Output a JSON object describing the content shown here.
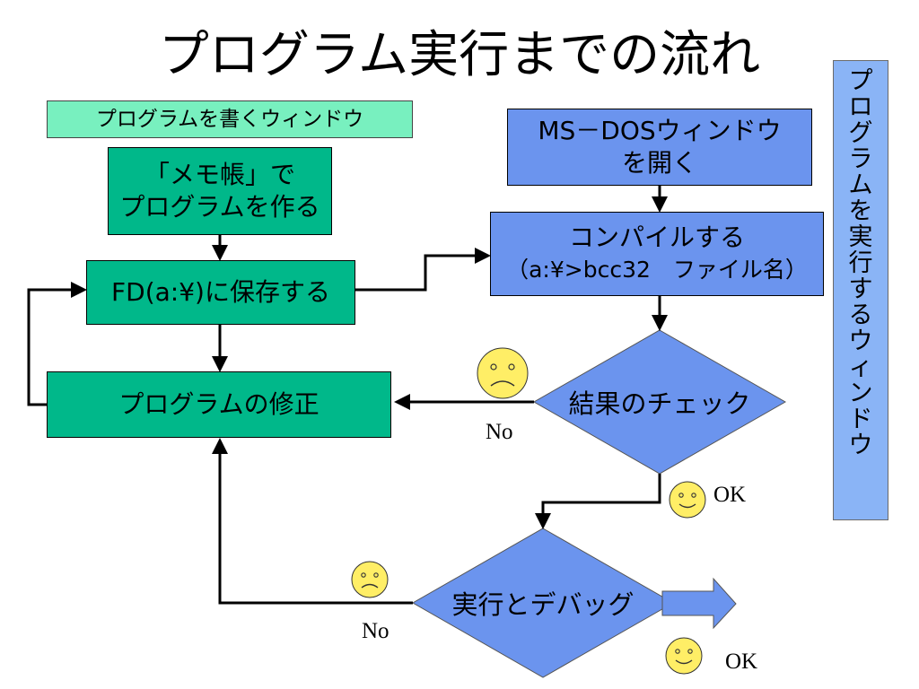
{
  "title": "プログラム実行までの流れ",
  "edit_window_label": "プログラムを書くウィンドウ",
  "run_window_label": "プログラムを実行するウィンドウ",
  "steps": {
    "create": [
      "「メモ帳」で",
      "プログラムを作る"
    ],
    "save": "FD(a:¥)に保存する",
    "fix": "プログラムの修正",
    "open_dos": [
      "MS－DOSウィンドウ",
      "を開く"
    ],
    "compile": [
      "コンパイルする",
      "（a:¥>bcc32　ファイル名）"
    ],
    "check": "結果のチェック",
    "run": "実行とデバッグ"
  },
  "annotations": {
    "check_no": "No",
    "check_ok": "OK",
    "run_no": "No",
    "run_ok": "OK"
  },
  "colors": {
    "step_green": "#00b88a",
    "step_blue": "#6b94ee",
    "header_green": "#78f0bf",
    "header_blue": "#8ab4f6",
    "smiley": "#ffee66"
  }
}
